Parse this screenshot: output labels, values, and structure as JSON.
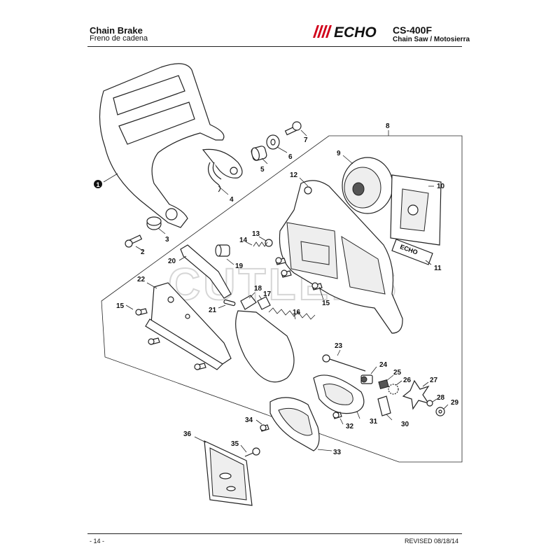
{
  "header": {
    "title": "Chain Brake",
    "subtitle": "Freno de cadena",
    "brand": "ECHO",
    "model": "CS-400F",
    "model_subtitle": "Chain Saw / Motosierra"
  },
  "watermark": "CUTLERS",
  "decal_text": "ECHO",
  "footer": {
    "page_number": "- 14 -",
    "revised": "REVISED 08/18/14"
  },
  "callouts": {
    "c1": "1",
    "c2": "2",
    "c3": "3",
    "c4": "4",
    "c5": "5",
    "c6": "6",
    "c7": "7",
    "c8": "8",
    "c9": "9",
    "c10": "10",
    "c11": "11",
    "c12": "12",
    "c13": "13",
    "c14": "14",
    "c15a": "15",
    "c15b": "15",
    "c16": "16",
    "c17": "17",
    "c18": "18",
    "c19": "19",
    "c20": "20",
    "c21": "21",
    "c22": "22",
    "c23": "23",
    "c24": "24",
    "c25": "25",
    "c26": "26",
    "c27": "27",
    "c28": "28",
    "c29": "29",
    "c30": "30",
    "c31": "31",
    "c32": "32",
    "c33": "33",
    "c34": "34",
    "c35": "35",
    "c36": "36"
  }
}
